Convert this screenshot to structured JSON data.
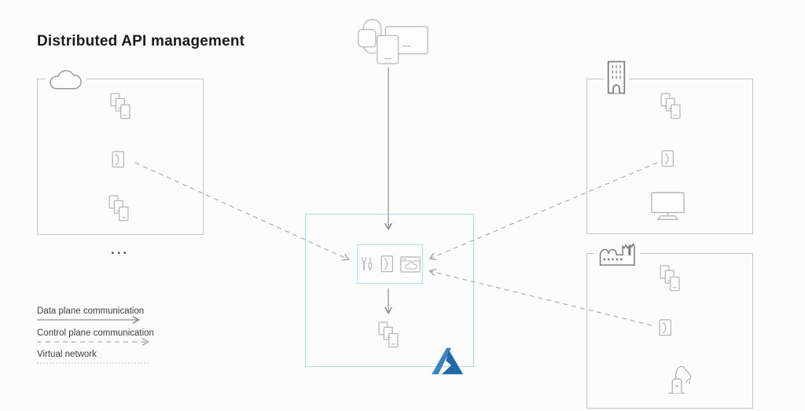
{
  "title": "Distributed API management",
  "ellipsis": "...",
  "legend": {
    "data_plane": "Data plane communication",
    "control_plane": "Control plane communication",
    "virtual_network": "Virtual network"
  },
  "colors": {
    "background": "#fcfcfc",
    "region_box_border": "#c6c6c6",
    "azure_vnet_border": "#b5d7ec",
    "inner_icon_gray": "#b6b6b6",
    "site_icon_gray": "#7e7e7e",
    "client_devices_gray": "#c2c2c2",
    "solid_arrow": "#8f8f8f",
    "dashed_arrow": "#adadad",
    "vnet_legend_line": "#c6c6c6",
    "azure_logo_light": "#3a82c2",
    "azure_logo_dark": "#2068a8",
    "title_text": "#1b1b1b",
    "legend_text": "#3e3e3e"
  },
  "regions": {
    "cloud_region": {
      "corner_icon": "cloud-icon",
      "content_icons": [
        "apis-stack-icon",
        "self-hosted-gateway-icon",
        "apis-stack-icon"
      ]
    },
    "office_region": {
      "corner_icon": "building-icon",
      "content_icons": [
        "apis-stack-icon",
        "self-hosted-gateway-icon",
        "desktop-monitor-icon"
      ]
    },
    "factory_region": {
      "corner_icon": "factory-icon",
      "content_icons": [
        "apis-stack-icon",
        "self-hosted-gateway-icon",
        "robot-arm-icon"
      ]
    },
    "azure_vnet_region": {
      "badge_icon": "azure-logo",
      "api_management_unit_icons": [
        "management-tools-icon",
        "gateway-icon",
        "developer-portal-icon"
      ],
      "content_icons": [
        "apis-stack-icon"
      ]
    },
    "clients": {
      "icons": [
        "smartwatch-icon",
        "phone-icon",
        "laptop-icon"
      ]
    }
  },
  "edges": [
    {
      "from": "client-devices",
      "to": "api-management-unit",
      "type": "data-plane",
      "style": "solid-arrow"
    },
    {
      "from": "api-management-unit",
      "to": "azure-apis-stack",
      "type": "data-plane",
      "style": "solid-arrow"
    },
    {
      "from": "cloud-region-gateway",
      "to": "api-management-unit",
      "type": "control-plane",
      "style": "dashed-arrow"
    },
    {
      "from": "office-region-gateway",
      "to": "api-management-unit",
      "type": "control-plane",
      "style": "dashed-arrow"
    },
    {
      "from": "factory-region-gateway",
      "to": "api-management-unit",
      "type": "control-plane",
      "style": "dashed-arrow"
    }
  ]
}
